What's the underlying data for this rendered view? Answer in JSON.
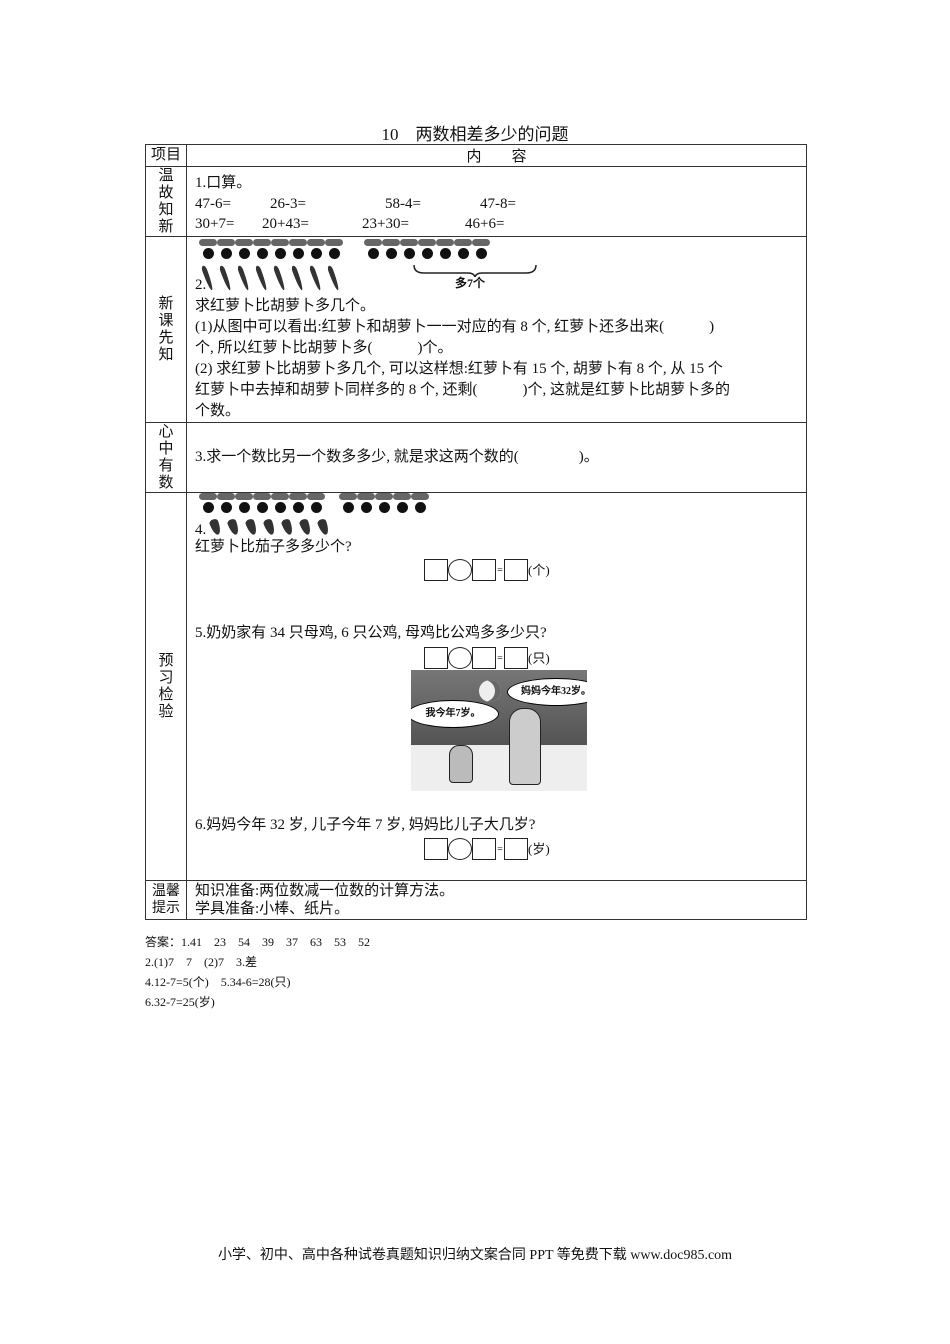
{
  "title": "10　两数相差多少的问题",
  "table": {
    "header": {
      "col1": "项目",
      "col2": "内　　容"
    },
    "rows": [
      {
        "label": "温故知新",
        "lines": [
          "1.口算。"
        ],
        "exprs": [
          [
            "47-6=",
            "26-3=",
            "58-4=",
            "47-8="
          ],
          [
            "30+7=",
            "20+43=",
            "23+30=",
            "46+6="
          ]
        ]
      },
      {
        "label": "新课先知",
        "brace_label": "多7个",
        "lines": [
          "2.",
          "求红萝卜比胡萝卜多几个。",
          "(1)从图中可以看出:红萝卜和胡萝卜一一对应的有 8 个, 红萝卜还多出来(　　　)",
          "个, 所以红萝卜比胡萝卜多(　　　)个。",
          "(2) 求红萝卜比胡萝卜多几个, 可以这样想:红萝卜有 15 个, 胡萝卜有 8 个, 从 15 个",
          "红萝卜中去掉和胡萝卜同样多的 8 个, 还剩(　　　)个, 这就是红萝卜比胡萝卜多的",
          "个数。"
        ]
      },
      {
        "label": "心中有数",
        "lines": [
          "3.求一个数比另一个数多多少, 就是求这两个数的(　　　　)。"
        ]
      },
      {
        "label": "预习检验",
        "q4": {
          "num": "4.",
          "text": "红萝卜比茄子多多少个?",
          "unit": "(个)"
        },
        "q5": {
          "text": "5.奶奶家有 34 只母鸡, 6 只公鸡, 母鸡比公鸡多多少只?",
          "unit": "(只)"
        },
        "picture": {
          "bubble_child": "我今年7岁。",
          "bubble_mom": "妈妈今年32岁。"
        },
        "q6": {
          "text": "6.妈妈今年 32 岁, 儿子今年 7 岁, 妈妈比儿子大几岁?",
          "unit": "(岁)"
        },
        "eq_sign": "="
      },
      {
        "label": "温馨提示",
        "lines": [
          "知识准备:两位数减一位数的计算方法。",
          "学具准备:小棒、纸片。"
        ]
      }
    ]
  },
  "answers": [
    "答案：1.41　23　54　39　37　63　53　52",
    "2.(1)7　7　(2)7　3.差",
    "4.12-7=5(个)　5.34-6=28(只)",
    "6.32-7=25(岁)"
  ],
  "footer": "小学、初中、高中各种试卷真题知识归纳文案合同 PPT 等免费下载 www.doc985.com"
}
